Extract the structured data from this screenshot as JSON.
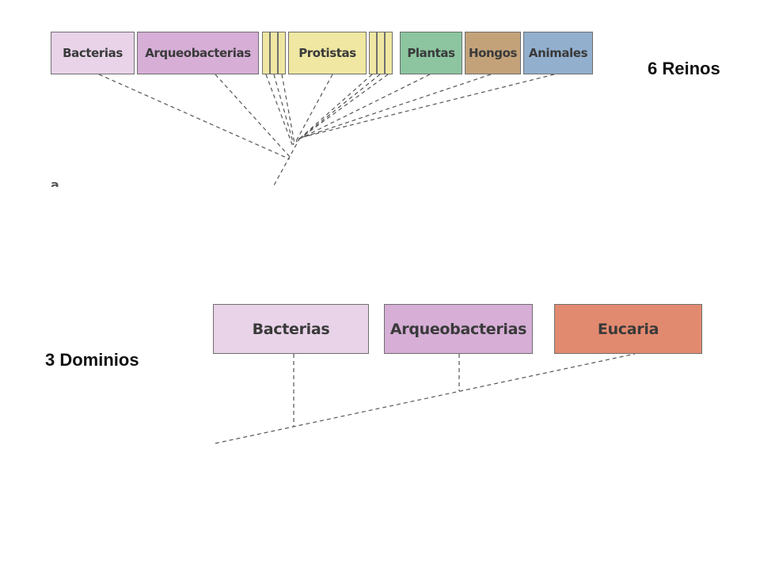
{
  "six_kingdoms": {
    "title": "6 Reinos",
    "kingdoms": [
      {
        "name": "Bacterias",
        "color": "#e8d3e8"
      },
      {
        "name": "Arqueobacterias",
        "color": "#d6aed6"
      },
      {
        "name": "Protistas",
        "color": "#efe7a2"
      },
      {
        "name": "Plantas",
        "color": "#8cc5a0"
      },
      {
        "name": "Hongos",
        "color": "#c3a27a"
      },
      {
        "name": "Animales",
        "color": "#92afce"
      }
    ],
    "strip_color": "#efe7a2"
  },
  "three_domains": {
    "title": "3 Dominios",
    "domains": [
      {
        "name": "Bacterias",
        "color": "#e8d3e8"
      },
      {
        "name": "Arqueobacterias",
        "color": "#d6aed6"
      },
      {
        "name": "Eucaria",
        "color": "#e28a70"
      }
    ]
  }
}
